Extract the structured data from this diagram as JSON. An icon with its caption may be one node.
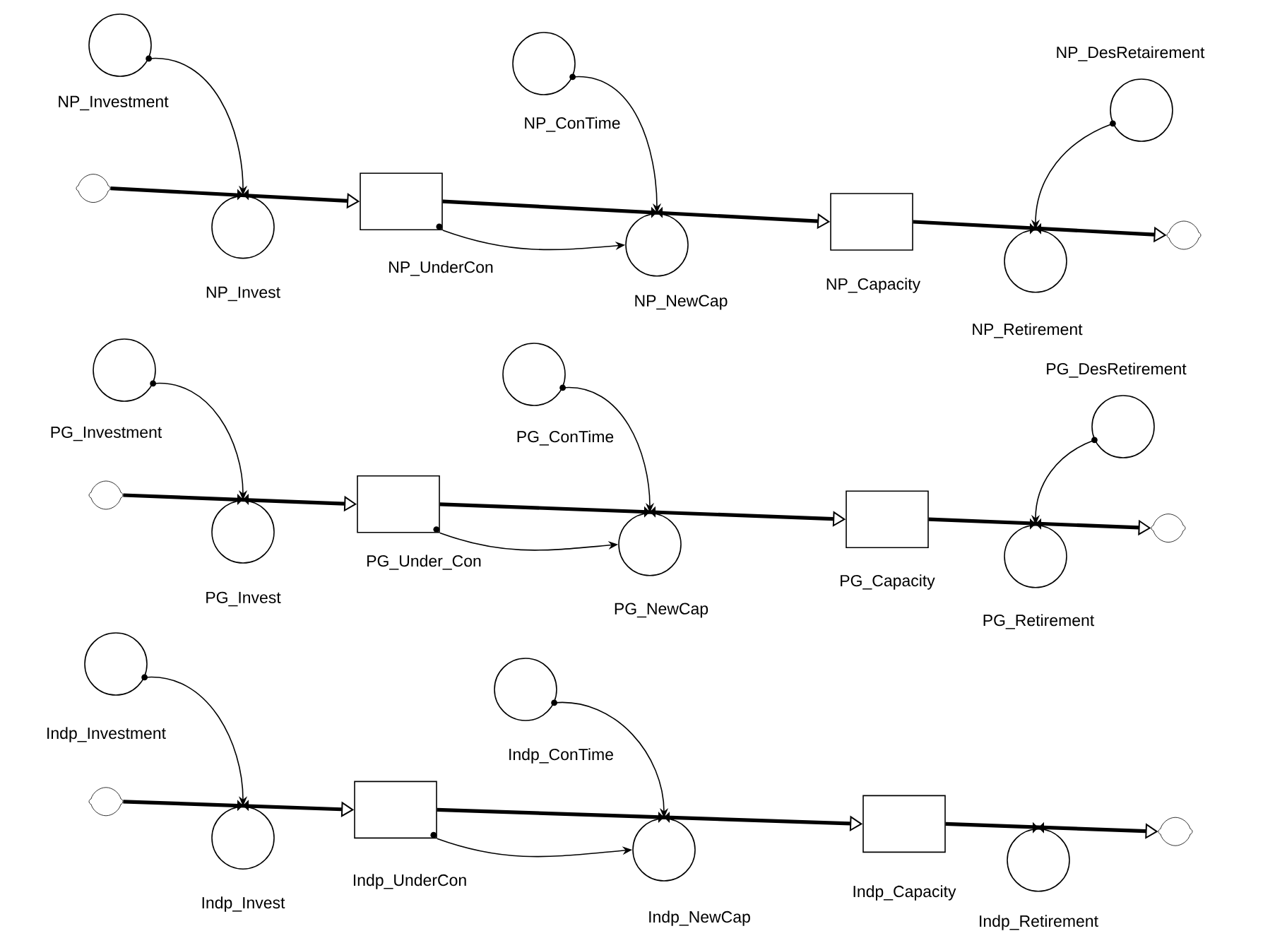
{
  "diagram": {
    "nodes": [
      {
        "text": [
          "NP_Investment"
        ]
      },
      {
        "text": [
          "NP_ConTime"
        ]
      },
      {
        "text": [
          "NP_DesRetairement"
        ]
      },
      {
        "text": [],
        "shape": "cloud"
      },
      {
        "text": [
          "NP_Invest"
        ]
      },
      {
        "text": [
          "NP_UnderCon"
        ]
      },
      {
        "text": [
          "NP_NewCap"
        ]
      },
      {
        "text": [
          "NP_Capacity"
        ]
      },
      {
        "text": [
          "NP_Retirement"
        ]
      },
      {
        "text": [],
        "shape": "cloud"
      },
      {
        "text": [
          "PG_Investment"
        ]
      },
      {
        "text": [
          "PG_ConTime"
        ]
      },
      {
        "text": [
          "PG_DesRetirement"
        ]
      },
      {
        "text": [],
        "shape": "cloud"
      },
      {
        "text": [
          "PG_Invest"
        ]
      },
      {
        "text": [
          "PG_Under_Con"
        ]
      },
      {
        "text": [
          "PG_NewCap"
        ]
      },
      {
        "text": [
          "PG_Capacity"
        ]
      },
      {
        "text": [
          "PG_Retirement"
        ]
      },
      {
        "text": [],
        "shape": "cloud"
      },
      {
        "text": [
          "Indp_Investment"
        ]
      },
      {
        "text": [
          "Indp_ConTime"
        ]
      },
      {
        "text": [],
        "shape": "cloud"
      },
      {
        "text": [
          "Indp_Invest"
        ]
      },
      {
        "text": [
          "Indp_UnderCon"
        ]
      },
      {
        "text": [
          "Indp_NewCap"
        ]
      },
      {
        "text": [
          "Indp_Capacity"
        ]
      },
      {
        "text": [
          "Indp_Retirement"
        ]
      },
      {
        "text": [],
        "shape": "cloud"
      }
    ],
    "edges": [
      {
        "from": 3,
        "to": 5,
        "arrow": "to",
        "style": "thick"
      },
      {
        "from": 5,
        "to": 7,
        "arrow": "to",
        "style": "thick"
      },
      {
        "from": 7,
        "to": 9,
        "arrow": "to",
        "style": "thick"
      },
      {
        "from": 0,
        "to": 4,
        "arrow": "to"
      },
      {
        "from": 5,
        "to": 6,
        "arrow": "to"
      },
      {
        "from": 1,
        "to": 6,
        "arrow": "to"
      },
      {
        "from": 2,
        "to": 8,
        "arrow": "to"
      },
      {
        "from": 13,
        "to": 15,
        "arrow": "to",
        "style": "thick"
      },
      {
        "from": 15,
        "to": 17,
        "arrow": "to",
        "style": "thick"
      },
      {
        "from": 17,
        "to": 19,
        "arrow": "to",
        "style": "thick"
      },
      {
        "from": 10,
        "to": 14,
        "arrow": "to"
      },
      {
        "from": 15,
        "to": 16,
        "arrow": "to"
      },
      {
        "from": 11,
        "to": 16,
        "arrow": "to"
      },
      {
        "from": 12,
        "to": 18,
        "arrow": "to"
      },
      {
        "from": 22,
        "to": 24,
        "arrow": "to",
        "style": "thick"
      },
      {
        "from": 24,
        "to": 26,
        "arrow": "to",
        "style": "thick"
      },
      {
        "from": 26,
        "to": 28,
        "arrow": "to",
        "style": "thick"
      },
      {
        "from": 20,
        "to": 23,
        "arrow": "to"
      },
      {
        "from": 24,
        "to": 25,
        "arrow": "to"
      },
      {
        "from": 21,
        "to": 25,
        "arrow": "to"
      }
    ]
  }
}
